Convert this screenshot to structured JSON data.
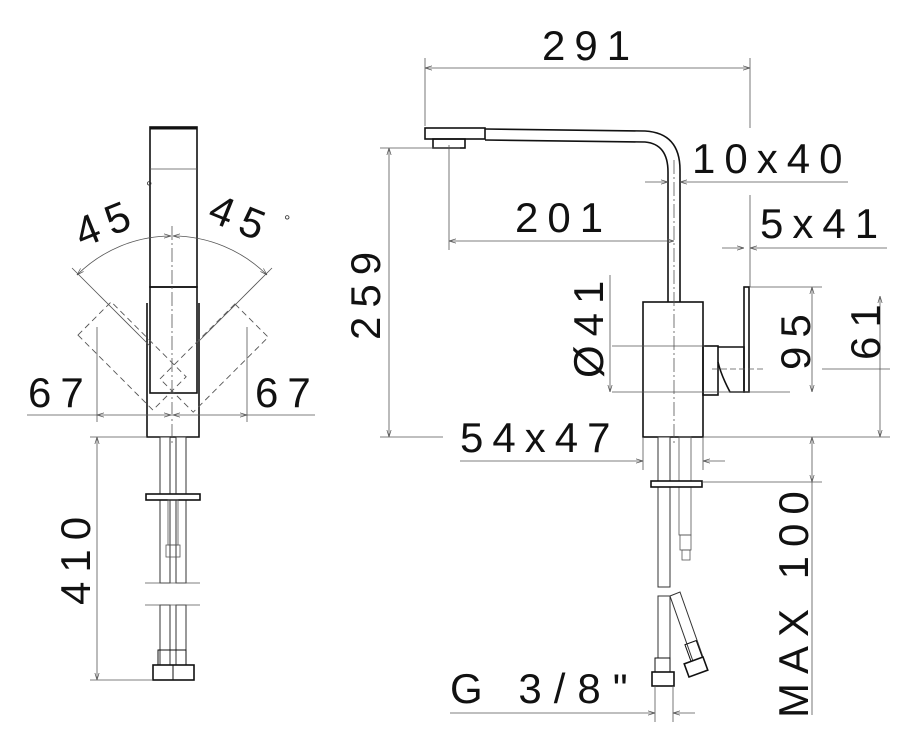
{
  "side_view": {
    "angle_left": "45",
    "angle_right": "45",
    "degree_symbol": "°",
    "offset_left": "67",
    "offset_right": "67",
    "hose_length": "410"
  },
  "front_view": {
    "reach_total": "291",
    "spout_section": "10x40",
    "spout_reach": "201",
    "lever_section": "5x41",
    "spout_height": "259",
    "lever_diameter": "Ø41",
    "lever_diameter_value": "41",
    "lever_height": "95",
    "lever_axis_height": "61",
    "body_section": "54x47",
    "max_thickness": "MAX 100",
    "connection": "G 3/8\""
  }
}
